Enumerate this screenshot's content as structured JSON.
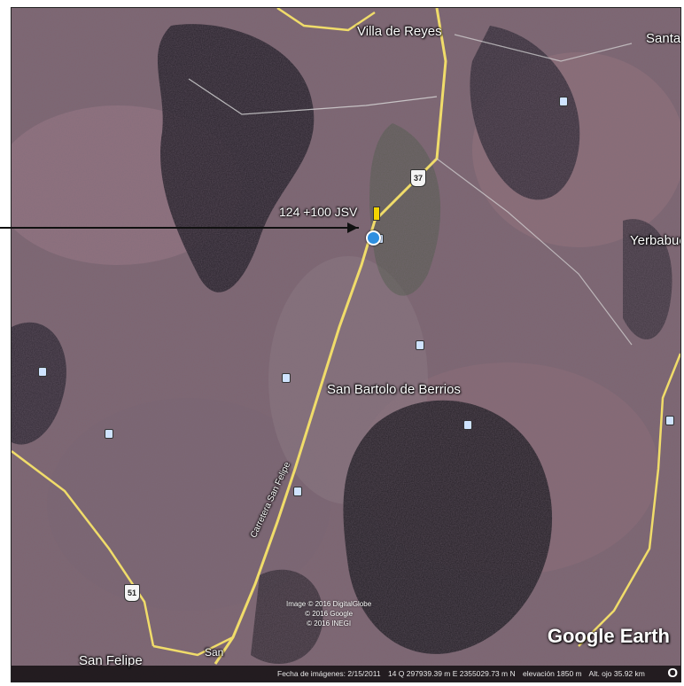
{
  "map": {
    "kind": "satellite",
    "road_color": "#f0dc6a",
    "marker_color": "#2e8fe0",
    "towns": {
      "villa_de_reyes": "Villa de Reyes",
      "santa": "Santa",
      "yerbabue": "Yerbabue",
      "san_bartolo": "San Bartolo de Berrios",
      "san_felipe": "San Felipe",
      "san_felipe_road": "San"
    },
    "marker_label": "124 +100 JSV",
    "road_labels": {
      "shield_37": "37",
      "shield_51": "51",
      "route_text": "Carretera San Felipe"
    },
    "credits": [
      "Image © 2016 DigitalGlobe",
      "© 2016 Google",
      "© 2016 INEGI"
    ],
    "brand": "Google Earth",
    "status_bar": {
      "imagery_date": "Fecha de imágenes: 2/15/2011",
      "coords": "14 Q 297939.39 m E 2355029.73 m N",
      "elevation": "elevación 1850 m",
      "eye_alt": "Alt. ojo 35.92 km"
    },
    "compass_label": "O"
  }
}
